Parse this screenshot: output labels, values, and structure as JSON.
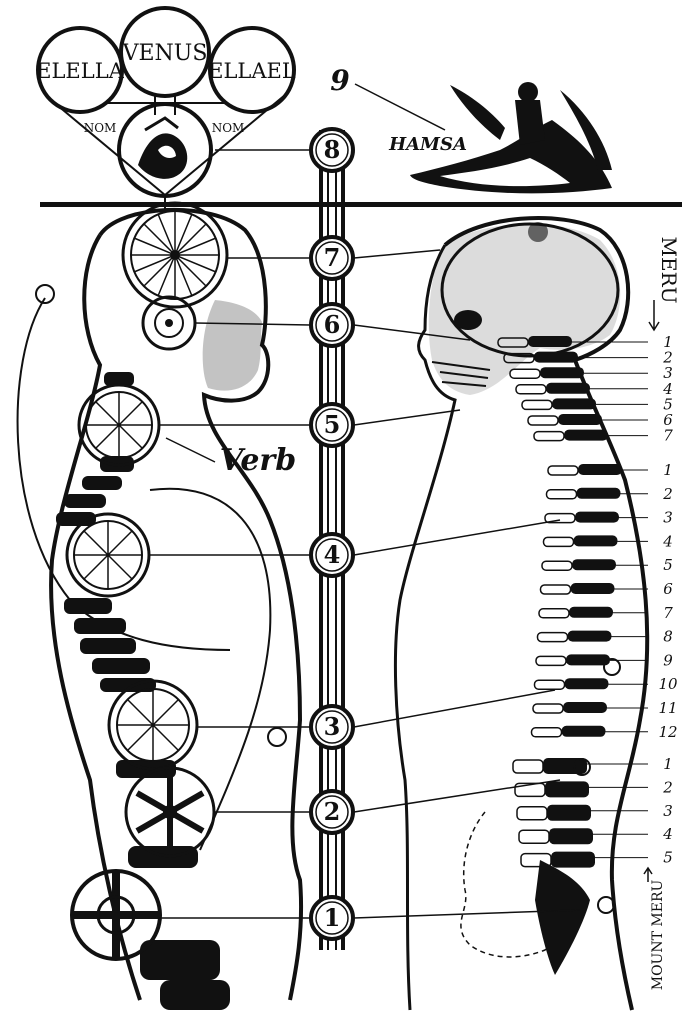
{
  "top_circles": {
    "left": "ELELLA",
    "center": "VENUS",
    "right": "ELLAEL"
  },
  "nom_left": "NOM",
  "nom_right": "NOM",
  "label_9": "9",
  "hamsa": "HAMSA",
  "verb": "Verb",
  "meru": "MERU",
  "mount_meru": "MOUNT MERU",
  "column_nodes": [
    "8",
    "7",
    "6",
    "5",
    "4",
    "3",
    "2",
    "1"
  ],
  "cervical": [
    "1",
    "2",
    "3",
    "4",
    "5",
    "6",
    "7"
  ],
  "thoracic": [
    "1",
    "2",
    "3",
    "4",
    "5",
    "6",
    "7",
    "8",
    "9",
    "10",
    "11",
    "12"
  ],
  "lumbar": [
    "1",
    "2",
    "3",
    "4",
    "5"
  ],
  "colors": {
    "ink": "#111111",
    "paper": "#ffffff"
  }
}
